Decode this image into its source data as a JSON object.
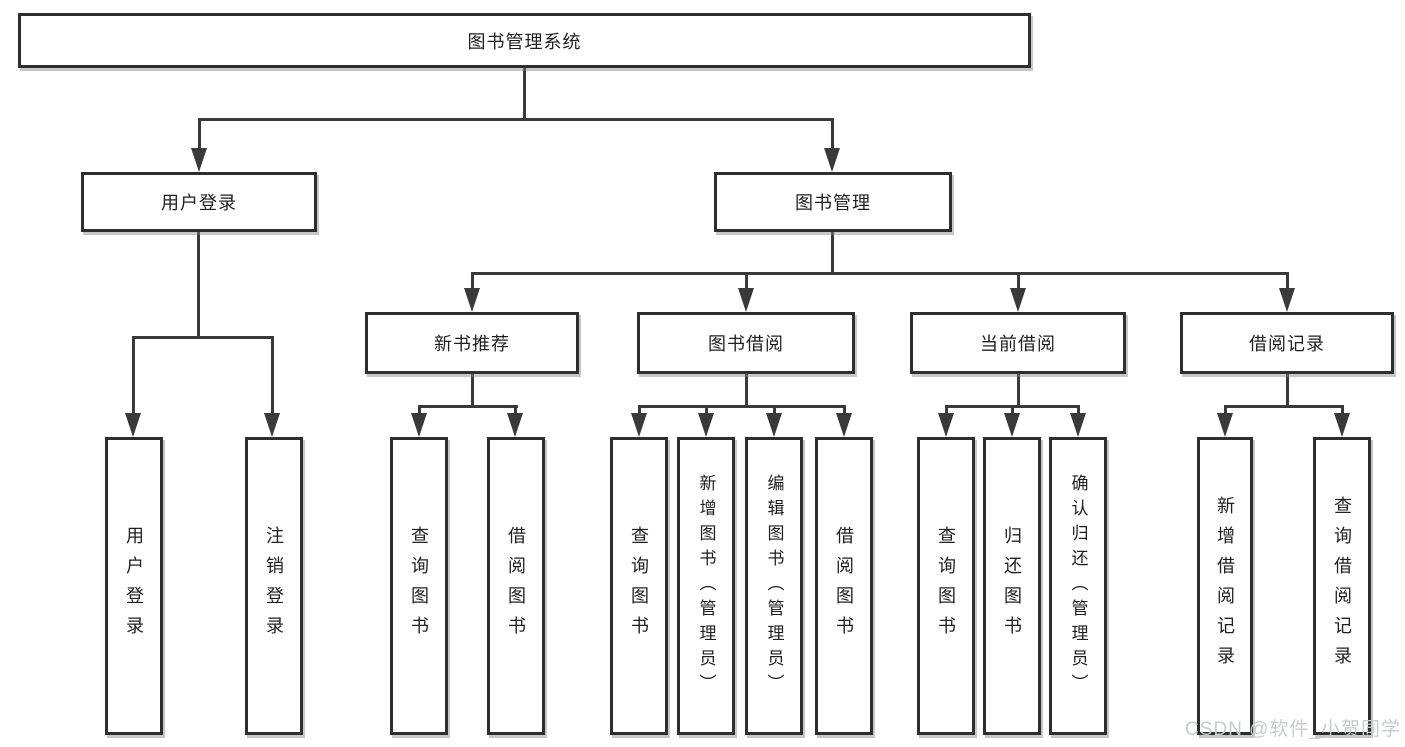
{
  "nodes": {
    "root": "图书管理系统",
    "level2": [
      "用户登录",
      "图书管理"
    ],
    "level3": [
      "新书推荐",
      "图书借阅",
      "当前借阅",
      "借阅记录"
    ],
    "user_login_children": [
      "用户登录",
      "注销登录"
    ],
    "new_book_children": [
      "查询图书",
      "借阅图书"
    ],
    "book_borrow_children": [
      "查询图书",
      "新增图书（管理员）",
      "编辑图书（管理员）",
      "借阅图书"
    ],
    "current_borrow_children": [
      "查询图书",
      "归还图书",
      "确认归还（管理员）"
    ],
    "borrow_record_children": [
      "新增借阅记录",
      "查询借阅记录"
    ]
  },
  "watermark": {
    "text": "CSDN @软件_小贺同学"
  },
  "colors": {
    "line": "#3a3a3a",
    "box_border": "#2e2e2e",
    "box_fill": "#ffffff",
    "text": "#1f1f1f",
    "watermark": "#c7cbd2",
    "background": "#ffffff"
  }
}
